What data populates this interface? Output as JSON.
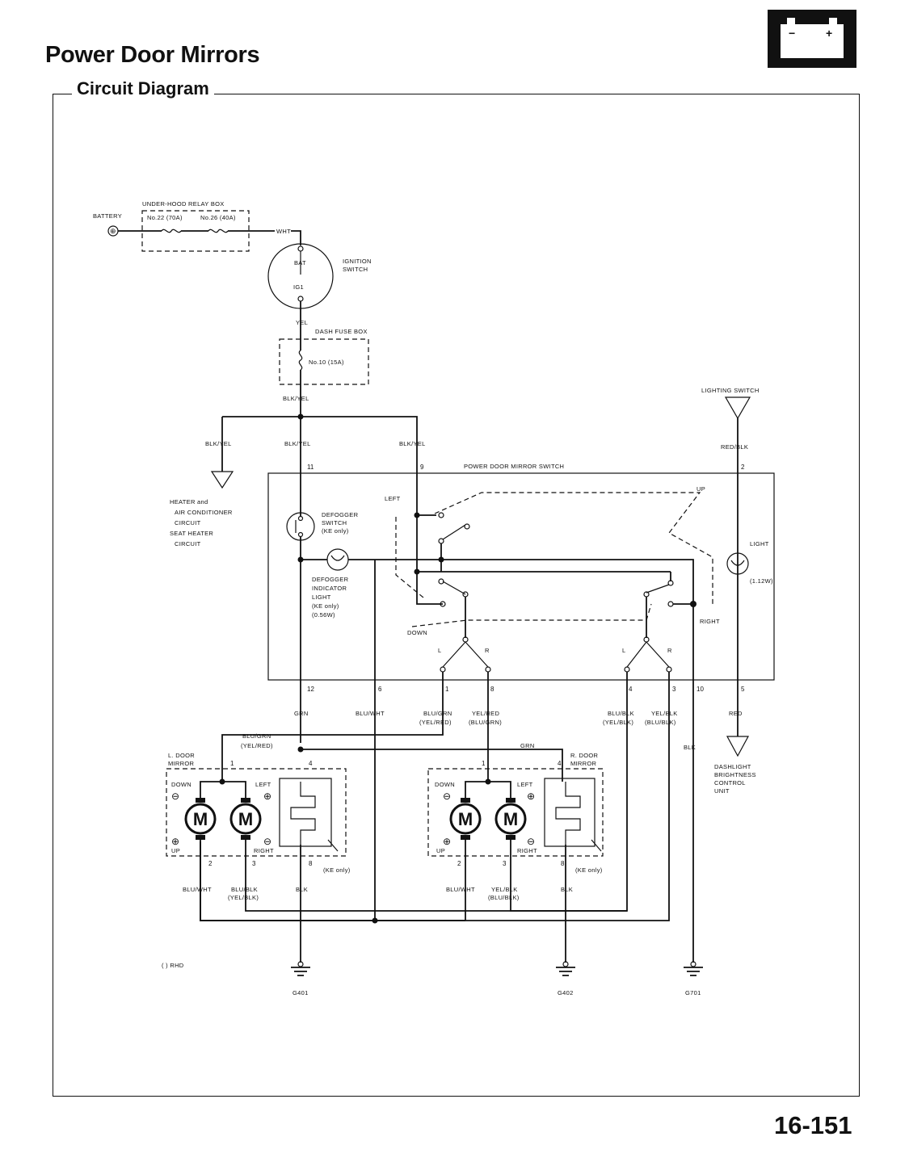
{
  "header": {
    "title": "Power Door Mirrors",
    "section": "Circuit Diagram",
    "page_number": "16-151",
    "battery_icon": "battery-icon"
  },
  "labels": {
    "battery": "BATTERY",
    "under_hood_box": "UNDER-HOOD RELAY BOX",
    "fuse_22": "No.22 (70A)",
    "fuse_26": "No.26 (40A)",
    "wht": "WHT",
    "bat": "BAT",
    "ig1": "IG1",
    "ignition_switch": "IGNITION SWITCH",
    "yel": "YEL",
    "dash_fuse_box": "DASH FUSE BOX",
    "fuse_10": "No.10 (15A)",
    "blk_yel": "BLK/YEL",
    "lighting_switch": "LIGHTING SWITCH",
    "red_blk": "RED/BLK",
    "heater_1": "HEATER and",
    "heater_2": "AIR CONDITIONER",
    "heater_3": "CIRCUIT",
    "seat_1": "SEAT HEATER",
    "seat_2": "CIRCUIT",
    "mirror_switch": "POWER DOOR MIRROR SWITCH",
    "left": "LEFT",
    "up": "UP",
    "down": "DOWN",
    "right": "RIGHT",
    "defog_1": "DEFOGGER",
    "defog_2": "SWITCH",
    "defog_3": "(KE only)",
    "defog_ind_1": "DEFOGGER",
    "defog_ind_2": "INDICATOR",
    "defog_ind_3": "LIGHT",
    "defog_ind_4": "(KE only)",
    "defog_ind_5": "(0.56W)",
    "light": "LIGHT",
    "light_w": "(1.12W)",
    "L": "L",
    "R": "R",
    "grn": "GRN",
    "blu_wht": "BLU/WHT",
    "blu_grn": "BLU/GRN",
    "yel_red_paren": "(YEL/RED)",
    "yel_red": "YEL/RED",
    "blu_grn_paren": "(BLU/GRN)",
    "blu_blk": "BLU/BLK",
    "yel_blk_paren": "(YEL/BLK)",
    "yel_blk": "YEL/BLK",
    "blu_blk_paren": "(BLU/BLK)",
    "blk": "BLK",
    "red": "RED",
    "dash_unit_1": "DASHLIGHT",
    "dash_unit_2": "BRIGHTNESS",
    "dash_unit_3": "CONTROL",
    "dash_unit_4": "UNIT",
    "l_mirror_1": "L. DOOR",
    "l_mirror_2": "MIRROR",
    "r_mirror_1": "R. DOOR",
    "r_mirror_2": "MIRROR",
    "motor": "M",
    "ke_only": "(KE only)",
    "lhd": "( ) RHD",
    "g401": "G401",
    "g402": "G402",
    "g701": "G701",
    "plus": "⊕",
    "minus": "⊖"
  },
  "pins": {
    "p11": "11",
    "p9": "9",
    "p2": "2",
    "p12": "12",
    "p6": "6",
    "p1": "1",
    "p8": "8",
    "p4": "4",
    "p3": "3",
    "p10": "10",
    "p5": "5"
  }
}
